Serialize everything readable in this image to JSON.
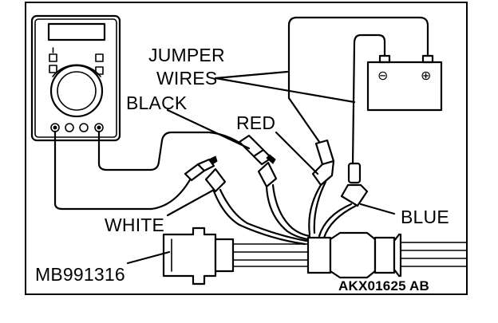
{
  "labels": {
    "jumper_line1": "JUMPER",
    "jumper_line2": "WIRES",
    "black": "BLACK",
    "red": "RED",
    "white": "WHITE",
    "blue": "BLUE",
    "tool": "MB991316",
    "figure_code": "AKX01625 AB"
  },
  "battery": {
    "negative_symbol": "⊖",
    "positive_symbol": "⊕"
  },
  "icons": [
    "multimeter-icon",
    "battery-icon",
    "connector-icon",
    "test-clip-icon"
  ]
}
